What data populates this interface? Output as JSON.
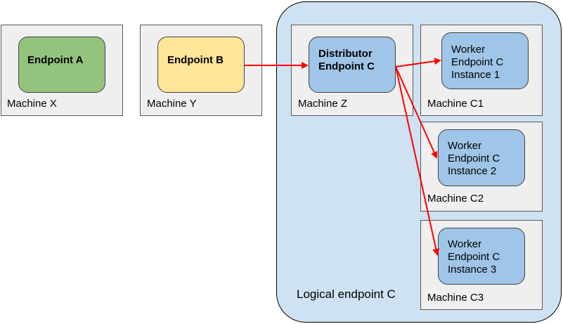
{
  "colors": {
    "endpoint_a": "#93c47d",
    "endpoint_b": "#ffe599",
    "endpoint_c": "#9fc5e8",
    "machine": "#efefef",
    "logical": "#cfe2f3",
    "arrow": "#ff0000"
  },
  "logical": {
    "label": "Logical endpoint C"
  },
  "machines": {
    "x": {
      "label": "Machine X",
      "node": {
        "line1": "Endpoint A"
      }
    },
    "y": {
      "label": "Machine Y",
      "node": {
        "line1": "Endpoint B"
      }
    },
    "z": {
      "label": "Machine Z",
      "node": {
        "line1": "Distributor",
        "line2": "Endpoint C"
      }
    },
    "c1": {
      "label": "Machine C1",
      "node": {
        "line1": "Worker",
        "line2": "Endpoint C",
        "line3": "Instance 1"
      }
    },
    "c2": {
      "label": "Machine C2",
      "node": {
        "line1": "Worker",
        "line2": "Endpoint C",
        "line3": "Instance 2"
      }
    },
    "c3": {
      "label": "Machine C3",
      "node": {
        "line1": "Worker",
        "line2": "Endpoint C",
        "line3": "Instance 3"
      }
    }
  }
}
